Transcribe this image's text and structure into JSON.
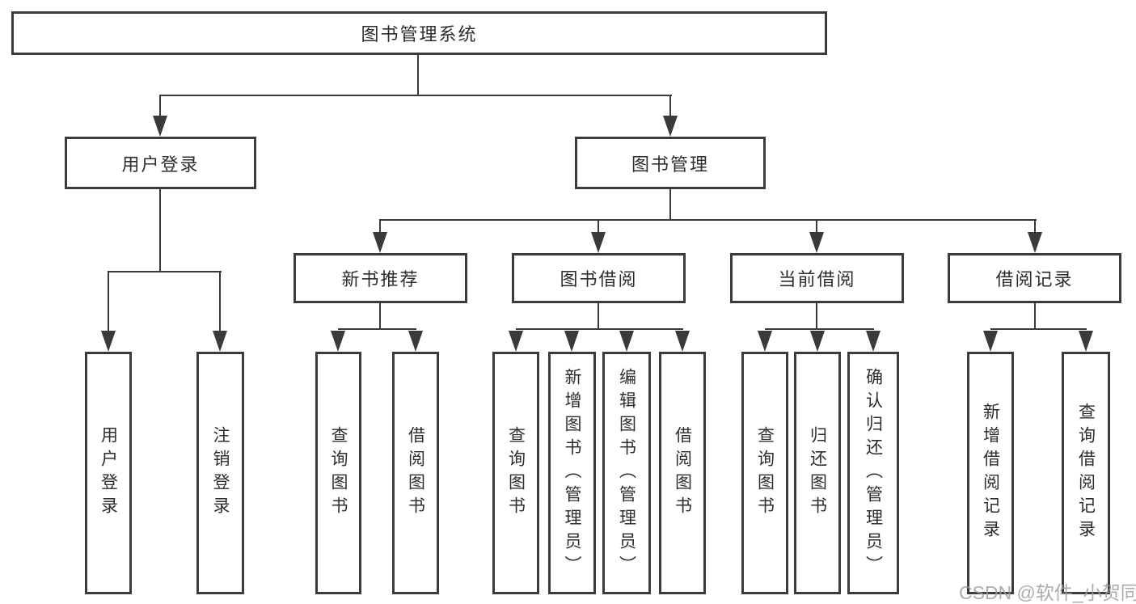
{
  "page": {
    "background": "#ffffff"
  },
  "colors": {
    "line": "#3a3a3a",
    "box_border": "#3b3b3b",
    "text": "#2d2d2d",
    "watermark": "#9e9e9e"
  },
  "watermark": {
    "text": "CSDN @软件_小贺同学"
  },
  "tree": {
    "label": "图书管理系统",
    "children": [
      {
        "label": "用户登录",
        "children": [
          {
            "label": "用户登录"
          },
          {
            "label": "注销登录"
          }
        ]
      },
      {
        "label": "图书管理",
        "children": [
          {
            "label": "新书推荐",
            "children": [
              {
                "label": "查询图书"
              },
              {
                "label": "借阅图书"
              }
            ]
          },
          {
            "label": "图书借阅",
            "children": [
              {
                "label": "查询图书"
              },
              {
                "label": "新增图书（管理员）"
              },
              {
                "label": "编辑图书（管理员）"
              },
              {
                "label": "借阅图书"
              }
            ]
          },
          {
            "label": "当前借阅",
            "children": [
              {
                "label": "查询图书"
              },
              {
                "label": "归还图书"
              },
              {
                "label": "确认归还（管理员）"
              }
            ]
          },
          {
            "label": "借阅记录",
            "children": [
              {
                "label": "新增借阅记录"
              },
              {
                "label": "查询借阅记录"
              }
            ]
          }
        ]
      }
    ]
  }
}
